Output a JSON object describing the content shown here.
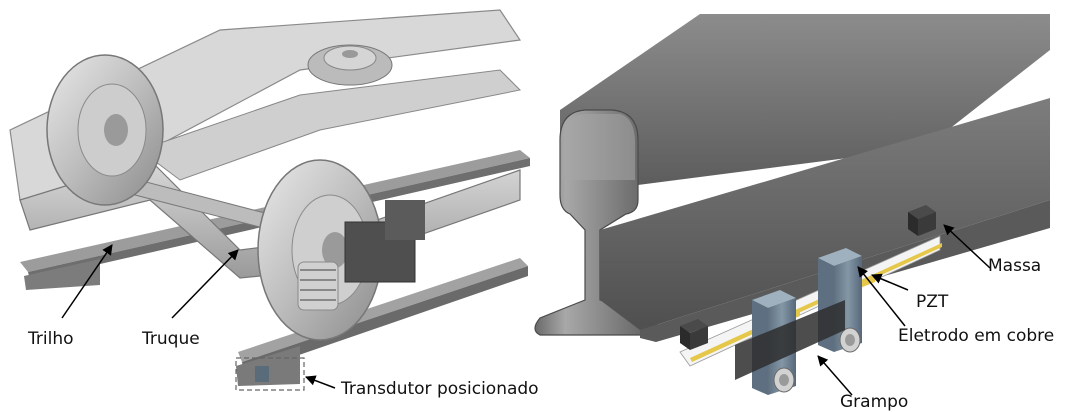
{
  "figure": {
    "left_panel": {
      "labels": {
        "rail": "Trilho",
        "bogie": "Truque",
        "transducer": "Transdutor posicionado"
      }
    },
    "right_panel": {
      "labels": {
        "mass": "Massa",
        "pzt": "PZT",
        "electrode": "Eletrodo em cobre",
        "clamp": "Grampo"
      }
    }
  }
}
